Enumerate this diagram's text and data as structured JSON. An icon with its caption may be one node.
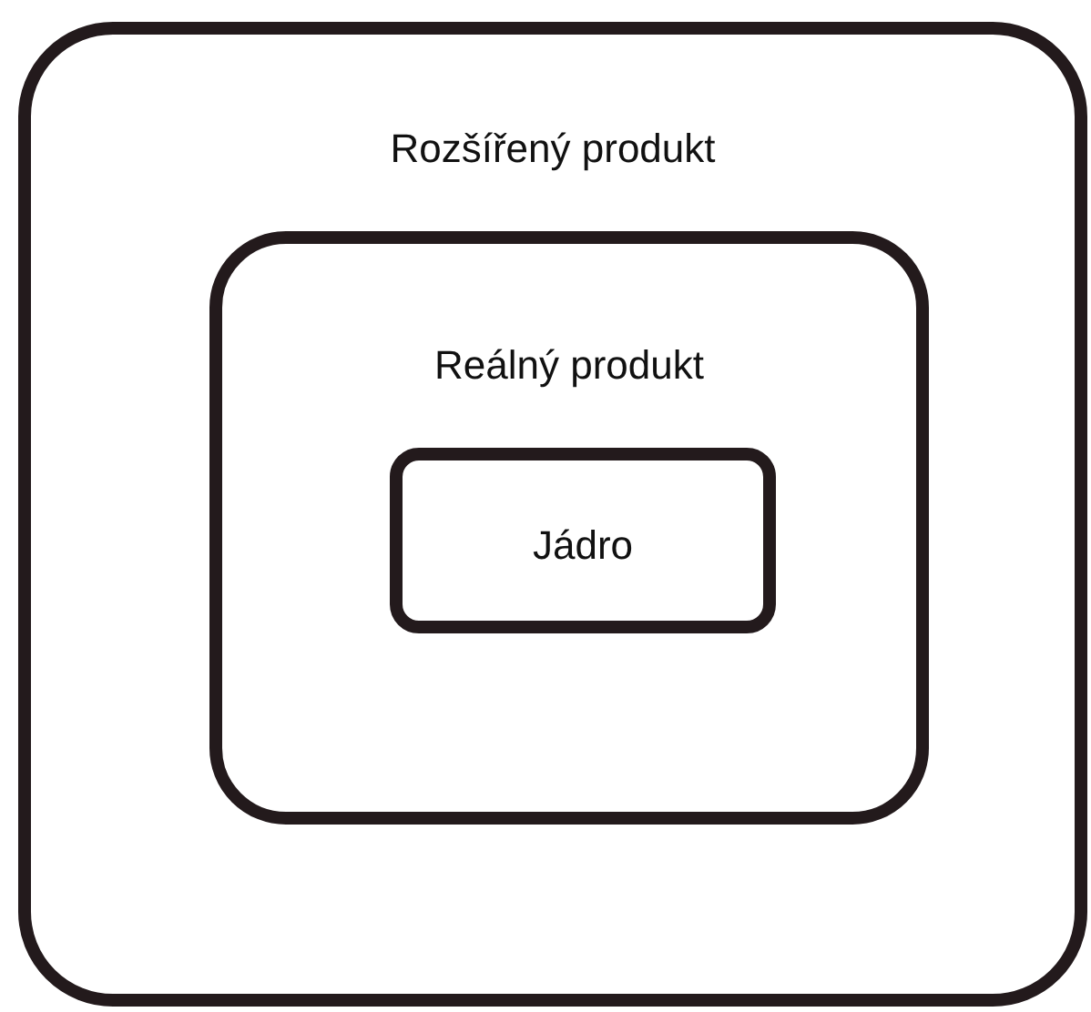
{
  "diagram": {
    "nodes": [
      {
        "text": [
          "Rozšířený produkt"
        ]
      },
      {
        "text": [
          "Reálný produkt"
        ],
        "in": 0
      },
      {
        "text": [
          "Jádro"
        ],
        "in": 1
      }
    ]
  }
}
